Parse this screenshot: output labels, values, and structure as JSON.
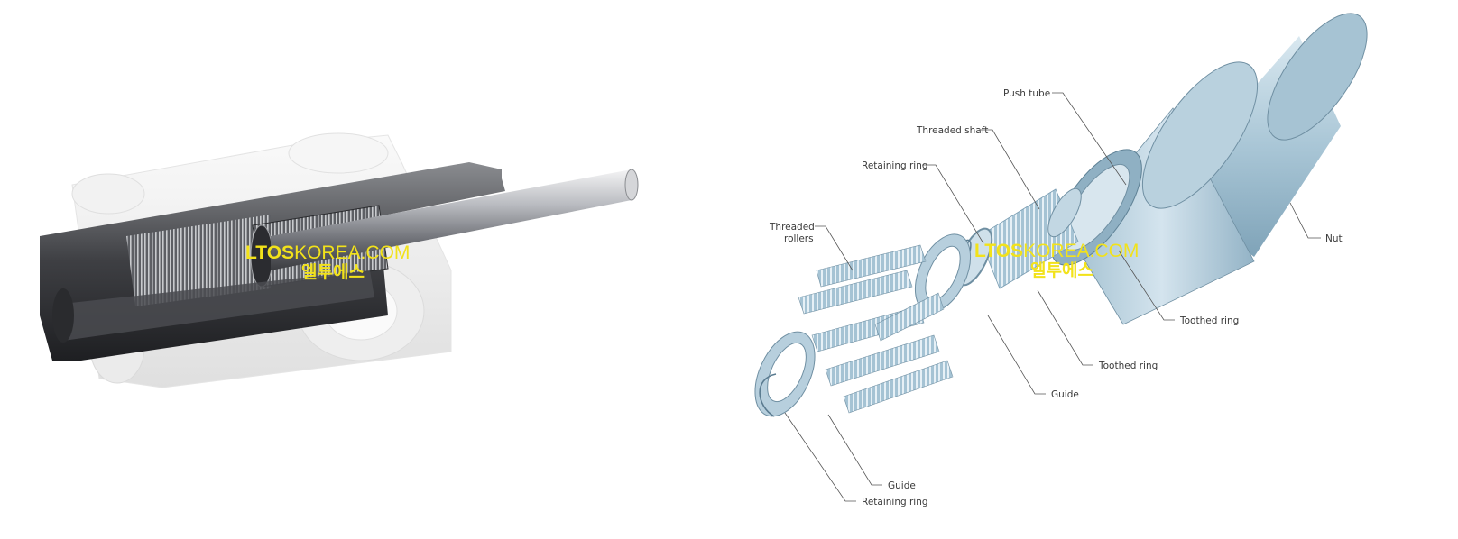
{
  "labels": {
    "push_tube": "Push tube",
    "threaded_shaft": "Threaded shaft",
    "retaining_ring_top": "Retaining ring",
    "threaded_rollers_1": "Threaded",
    "threaded_rollers_2": "rollers",
    "nut": "Nut",
    "toothed_ring_1": "Toothed ring",
    "toothed_ring_2": "Toothed ring",
    "guide_1": "Guide",
    "guide_2": "Guide",
    "retaining_ring_bottom": "Retaining ring"
  },
  "watermark": {
    "left_bold": "LTOS",
    "left_rest": "KOREA.COM",
    "left_korean": "엘투에스",
    "right_bold": "LTOS",
    "right_rest": "KOREA.COM",
    "right_korean": "엘투에스"
  },
  "colors": {
    "watermark": "#f2e21a",
    "part_blue": "#a9c6d6",
    "steel": "#8e9096"
  }
}
